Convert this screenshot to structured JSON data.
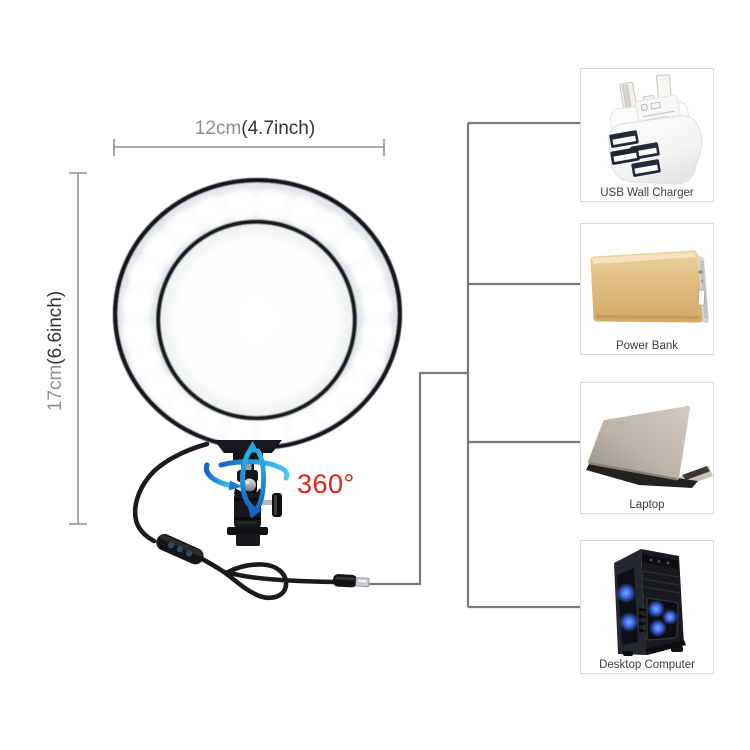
{
  "annotations": {
    "width": {
      "metric": "12cm",
      "imperial": "(4.7inch)"
    },
    "height": {
      "metric": "17cm",
      "imperial": "(6.6inch)"
    },
    "rotation": "360°"
  },
  "items": [
    {
      "label": "USB Wall Charger"
    },
    {
      "label": "Power Bank"
    },
    {
      "label": "Laptop"
    },
    {
      "label": "Desktop Computer"
    }
  ],
  "colors": {
    "accent_red": "#d8251d",
    "arrow_blue": "#2a9fdc",
    "connector_gray": "#7a7a7a",
    "dimension_gray": "#8f8f8f",
    "card_border": "#d9d9d9",
    "powerbank_gold": "#dfbe85",
    "led_glow_blue": "#3e68e8"
  },
  "figure": {
    "ring_light": "led-ring-light",
    "mount": "ball-head-mount",
    "cable": "usb-cable",
    "led_count": 24
  }
}
